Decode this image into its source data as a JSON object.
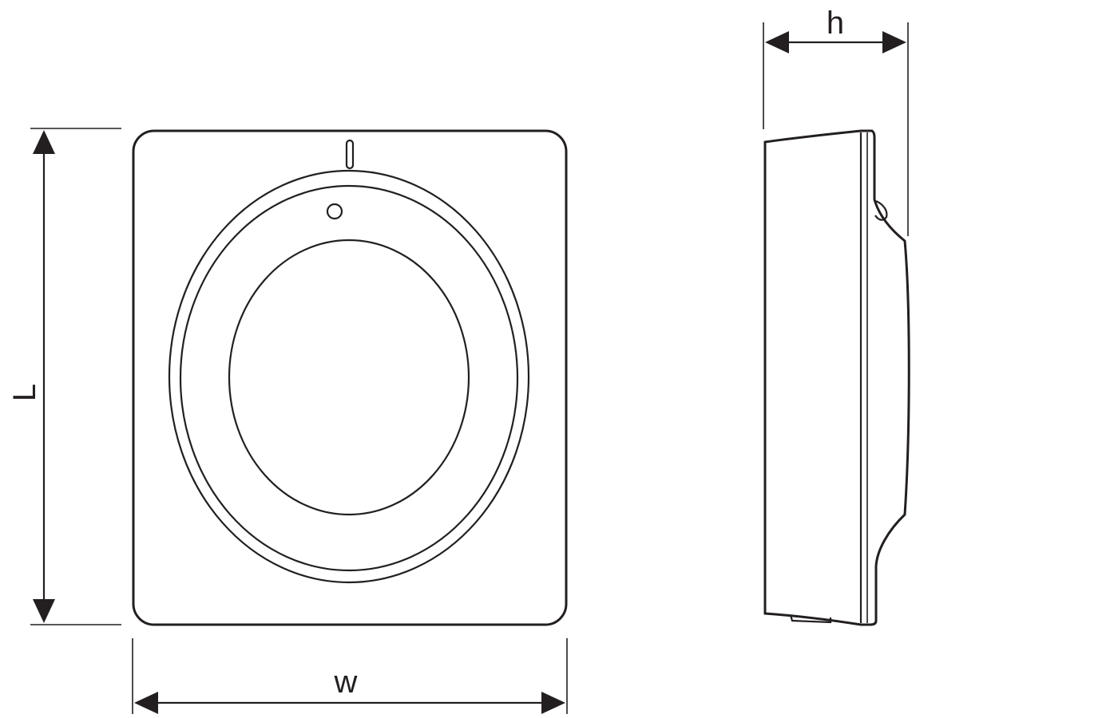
{
  "diagram": {
    "dimensions": {
      "length_label": "L",
      "width_label": "w",
      "height_label": "h"
    },
    "colors": {
      "line": "#231f20",
      "background": "#ffffff"
    }
  }
}
